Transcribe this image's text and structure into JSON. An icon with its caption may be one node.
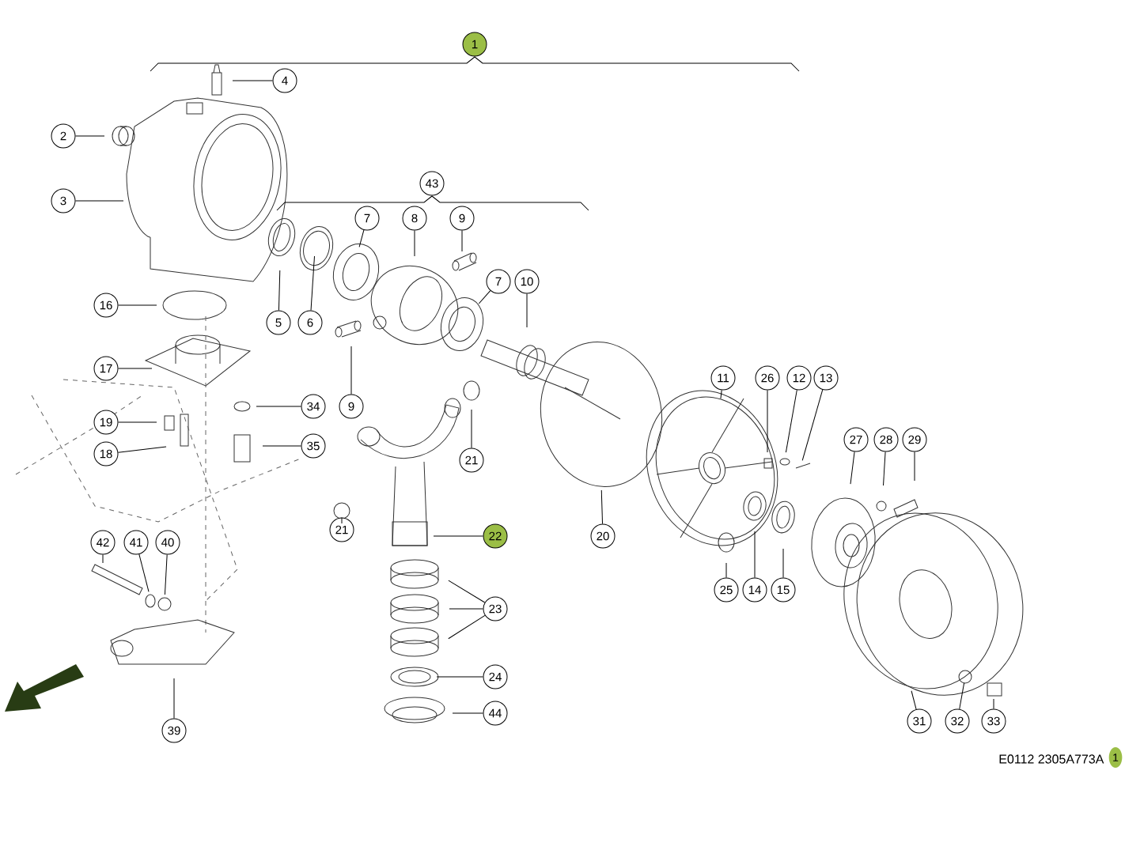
{
  "diagram": {
    "nodes": [
      {
        "text": [
          "1"
        ]
      },
      {
        "text": [
          "4"
        ]
      },
      {
        "text": [
          "2"
        ]
      },
      {
        "text": [
          "3"
        ]
      },
      {
        "text": [
          "43"
        ]
      },
      {
        "text": [
          "7"
        ]
      },
      {
        "text": [
          "8"
        ]
      },
      {
        "text": [
          "9"
        ]
      },
      {
        "text": [
          "7"
        ]
      },
      {
        "text": [
          "10"
        ]
      },
      {
        "text": [
          "16"
        ]
      },
      {
        "text": [
          "5"
        ]
      },
      {
        "text": [
          "6"
        ]
      },
      {
        "text": [
          "17"
        ]
      },
      {
        "text": [
          "11"
        ]
      },
      {
        "text": [
          "26"
        ]
      },
      {
        "text": [
          "12"
        ]
      },
      {
        "text": [
          "13"
        ]
      },
      {
        "text": [
          "34"
        ]
      },
      {
        "text": [
          "9"
        ]
      },
      {
        "text": [
          "19"
        ]
      },
      {
        "text": [
          "27"
        ]
      },
      {
        "text": [
          "28"
        ]
      },
      {
        "text": [
          "29"
        ]
      },
      {
        "text": [
          "35"
        ]
      },
      {
        "text": [
          "18"
        ]
      },
      {
        "text": [
          "21"
        ]
      },
      {
        "text": [
          "21"
        ]
      },
      {
        "text": [
          "22"
        ]
      },
      {
        "text": [
          "20"
        ]
      },
      {
        "text": [
          "42"
        ]
      },
      {
        "text": [
          "41"
        ]
      },
      {
        "text": [
          "40"
        ]
      },
      {
        "text": [
          "25"
        ]
      },
      {
        "text": [
          "14"
        ]
      },
      {
        "text": [
          "15"
        ]
      },
      {
        "text": [
          "23"
        ]
      },
      {
        "text": [
          "24"
        ]
      },
      {
        "text": [
          "44"
        ]
      },
      {
        "text": [
          "31"
        ]
      },
      {
        "text": [
          "32"
        ]
      },
      {
        "text": [
          "33"
        ]
      },
      {
        "text": [
          "39"
        ]
      }
    ],
    "edges": [
      {
        "from": 1,
        "to": null,
        "arrow": "none"
      },
      {
        "from": 2,
        "to": null,
        "arrow": "none"
      },
      {
        "from": 3,
        "to": null,
        "arrow": "none"
      },
      {
        "from": 5,
        "to": null,
        "arrow": "none"
      },
      {
        "from": 6,
        "to": null,
        "arrow": "none"
      },
      {
        "from": 7,
        "to": null,
        "arrow": "none"
      },
      {
        "from": 8,
        "to": null,
        "arrow": "none"
      },
      {
        "from": 9,
        "to": null,
        "arrow": "none"
      },
      {
        "from": 10,
        "to": null,
        "arrow": "none"
      },
      {
        "from": 11,
        "to": null,
        "arrow": "none"
      },
      {
        "from": 12,
        "to": null,
        "arrow": "none"
      },
      {
        "from": 13,
        "to": null,
        "arrow": "none"
      },
      {
        "from": 14,
        "to": null,
        "arrow": "none"
      },
      {
        "from": 15,
        "to": null,
        "arrow": "none"
      },
      {
        "from": 16,
        "to": null,
        "arrow": "none"
      },
      {
        "from": 17,
        "to": null,
        "arrow": "none"
      },
      {
        "from": 18,
        "to": null,
        "arrow": "none"
      },
      {
        "from": 19,
        "to": null,
        "arrow": "none"
      },
      {
        "from": 20,
        "to": null,
        "arrow": "none"
      },
      {
        "from": 21,
        "to": null,
        "arrow": "none"
      },
      {
        "from": 22,
        "to": null,
        "arrow": "none"
      },
      {
        "from": 23,
        "to": null,
        "arrow": "none"
      },
      {
        "from": 24,
        "to": null,
        "arrow": "none"
      },
      {
        "from": 25,
        "to": null,
        "arrow": "none"
      },
      {
        "from": 26,
        "to": null,
        "arrow": "none"
      },
      {
        "from": 27,
        "to": null,
        "arrow": "none"
      },
      {
        "from": 28,
        "to": null,
        "arrow": "none"
      },
      {
        "from": 29,
        "to": null,
        "arrow": "none"
      },
      {
        "from": 30,
        "to": null,
        "arrow": "none"
      },
      {
        "from": 31,
        "to": null,
        "arrow": "none"
      },
      {
        "from": 32,
        "to": null,
        "arrow": "none"
      },
      {
        "from": 33,
        "to": null,
        "arrow": "none"
      },
      {
        "from": 34,
        "to": null,
        "arrow": "none"
      },
      {
        "from": 35,
        "to": null,
        "arrow": "none"
      },
      {
        "from": 36,
        "to": null,
        "arrow": "none"
      },
      {
        "from": 36,
        "to": null,
        "arrow": "none"
      },
      {
        "from": 36,
        "to": null,
        "arrow": "none"
      },
      {
        "from": 37,
        "to": null,
        "arrow": "none"
      },
      {
        "from": 38,
        "to": null,
        "arrow": "none"
      },
      {
        "from": 39,
        "to": null,
        "arrow": "none"
      },
      {
        "from": 40,
        "to": null,
        "arrow": "none"
      },
      {
        "from": 41,
        "to": null,
        "arrow": "none"
      },
      {
        "from": 42,
        "to": null,
        "arrow": "none"
      }
    ],
    "labels": [
      "E0112 2305A773A",
      "1"
    ]
  }
}
